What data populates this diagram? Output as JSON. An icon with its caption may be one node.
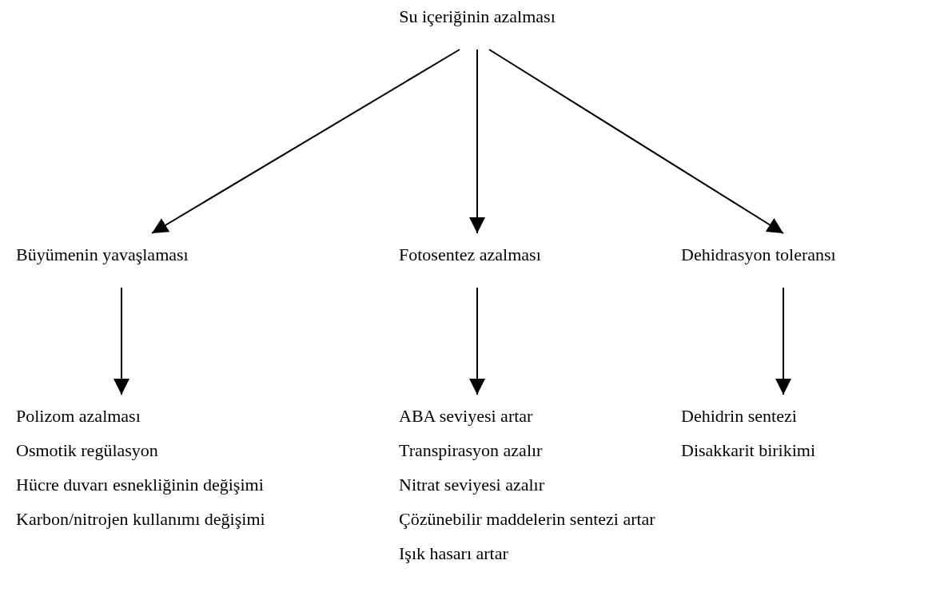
{
  "diagram": {
    "nodes": [
      {
        "text": [
          "Su içeriğinin azalması"
        ]
      },
      {
        "text": [
          "Büyümenin yavaşlaması"
        ]
      },
      {
        "text": [
          "Fotosentez azalması"
        ]
      },
      {
        "text": [
          "Dehidrasyon toleransı"
        ]
      },
      {
        "text": [
          "Polizom azalması",
          "Osmotik regülasyon",
          "Hücre duvarı esnekliğinin değişimi",
          "Karbon/nitrojen kullanımı değişimi"
        ]
      },
      {
        "text": [
          "ABA seviyesi artar",
          "Transpirasyon azalır",
          "Nitrat seviyesi azalır",
          "Çözünebilir maddelerin sentezi artar",
          "Işık hasarı artar"
        ]
      },
      {
        "text": [
          "Dehidrin sentezi",
          "Disakkarit birikimi"
        ]
      }
    ],
    "edges": [
      {
        "from": 0,
        "to": 1,
        "arrow": "to"
      },
      {
        "from": 0,
        "to": 2,
        "arrow": "to"
      },
      {
        "from": 0,
        "to": 3,
        "arrow": "to"
      },
      {
        "from": 1,
        "to": 4,
        "arrow": "to"
      },
      {
        "from": 2,
        "to": 5,
        "arrow": "to"
      },
      {
        "from": 3,
        "to": 6,
        "arrow": "to"
      }
    ]
  }
}
